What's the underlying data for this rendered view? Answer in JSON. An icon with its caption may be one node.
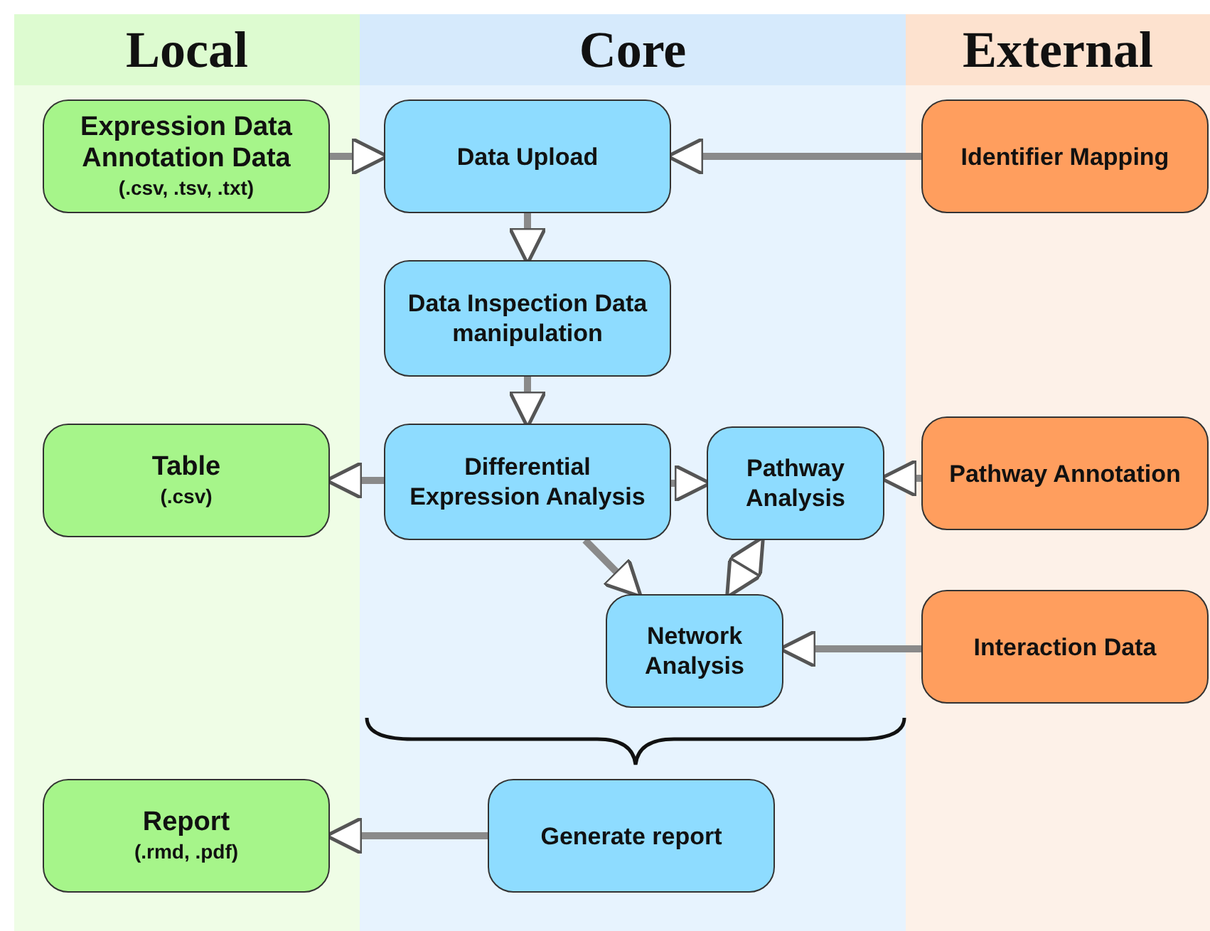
{
  "diagram": {
    "nodes": [
      {
        "text": [
          "Local"
        ]
      },
      {
        "text": [
          "Core"
        ]
      },
      {
        "text": [
          "External"
        ]
      },
      {
        "text": [
          "Expression Data Annotation Data",
          "(.csv, .tsv, .txt)"
        ],
        "in": 0
      },
      {
        "text": [
          "Data Upload"
        ],
        "in": 1
      },
      {
        "text": [
          "Identifier Mapping"
        ],
        "in": 2
      },
      {
        "text": [
          "Data Inspection Data manipulation"
        ],
        "in": 1
      },
      {
        "text": [
          "Table",
          "(.csv)"
        ],
        "in": 0
      },
      {
        "text": [
          "Differential Expression Analysis"
        ],
        "in": 1
      },
      {
        "text": [
          "Pathway Analysis"
        ],
        "in": 1
      },
      {
        "text": [
          "Pathway Annotation"
        ],
        "in": 2
      },
      {
        "text": [
          "Network Analysis"
        ],
        "in": 1
      },
      {
        "text": [
          "Interaction Data"
        ],
        "in": 2
      },
      {
        "text": [
          "Report",
          "(.rmd, .pdf)"
        ],
        "in": 0
      },
      {
        "text": [
          "Generate report"
        ],
        "in": 1
      }
    ],
    "edges": [
      {
        "from": 3,
        "to": 4,
        "arrow": "to"
      },
      {
        "from": 5,
        "to": 4,
        "arrow": "to"
      },
      {
        "from": 4,
        "to": 6,
        "arrow": "to"
      },
      {
        "from": 6,
        "to": 8,
        "arrow": "to"
      },
      {
        "from": 8,
        "to": 7,
        "arrow": "to"
      },
      {
        "from": 8,
        "to": 9,
        "arrow": "to"
      },
      {
        "from": 10,
        "to": 9,
        "arrow": "to"
      },
      {
        "from": 8,
        "to": 11,
        "arrow": "to"
      },
      {
        "from": 9,
        "to": 11,
        "arrow": "both"
      },
      {
        "from": 12,
        "to": 11,
        "arrow": "to"
      },
      {
        "from": 14,
        "to": 13,
        "arrow": "to"
      }
    ]
  }
}
